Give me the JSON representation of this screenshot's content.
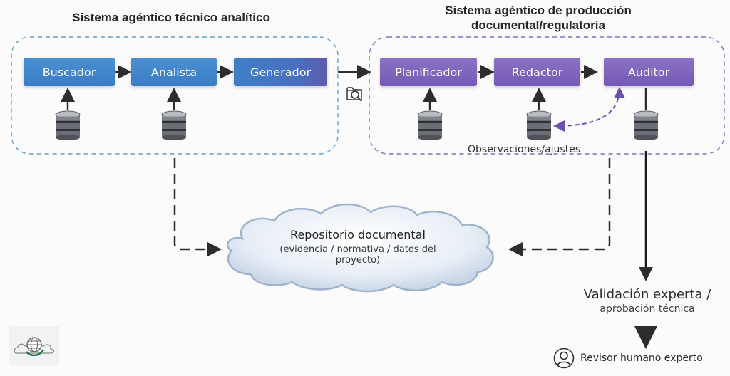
{
  "left_system": {
    "title": "Sistema agéntico técnico analítico",
    "agents": [
      {
        "label": "Buscador"
      },
      {
        "label": "Analista"
      },
      {
        "label": "Generador"
      }
    ],
    "color": "#3d82c9"
  },
  "right_system": {
    "title_line1": "Sistema agéntico de producción",
    "title_line2": "documental/regulatoria",
    "agents": [
      {
        "label": "Planificador"
      },
      {
        "label": "Redactor"
      },
      {
        "label": "Auditor"
      }
    ],
    "feedback_label": "Observaciones/ajustes",
    "color": "#7a5db8"
  },
  "repository": {
    "title": "Repositorio documental",
    "subtitle_line1": "(evidencia / normativa / datos del",
    "subtitle_line2": "proyecto)"
  },
  "validation": {
    "title": "Validación experta /",
    "subtitle": "aprobación técnica"
  },
  "reviewer": {
    "label": "Revisor humano experto",
    "icon": "user-icon"
  },
  "icons": {
    "handoff": "folder-search-icon",
    "database": "database-icon",
    "logo": "globe-cloud-logo"
  }
}
